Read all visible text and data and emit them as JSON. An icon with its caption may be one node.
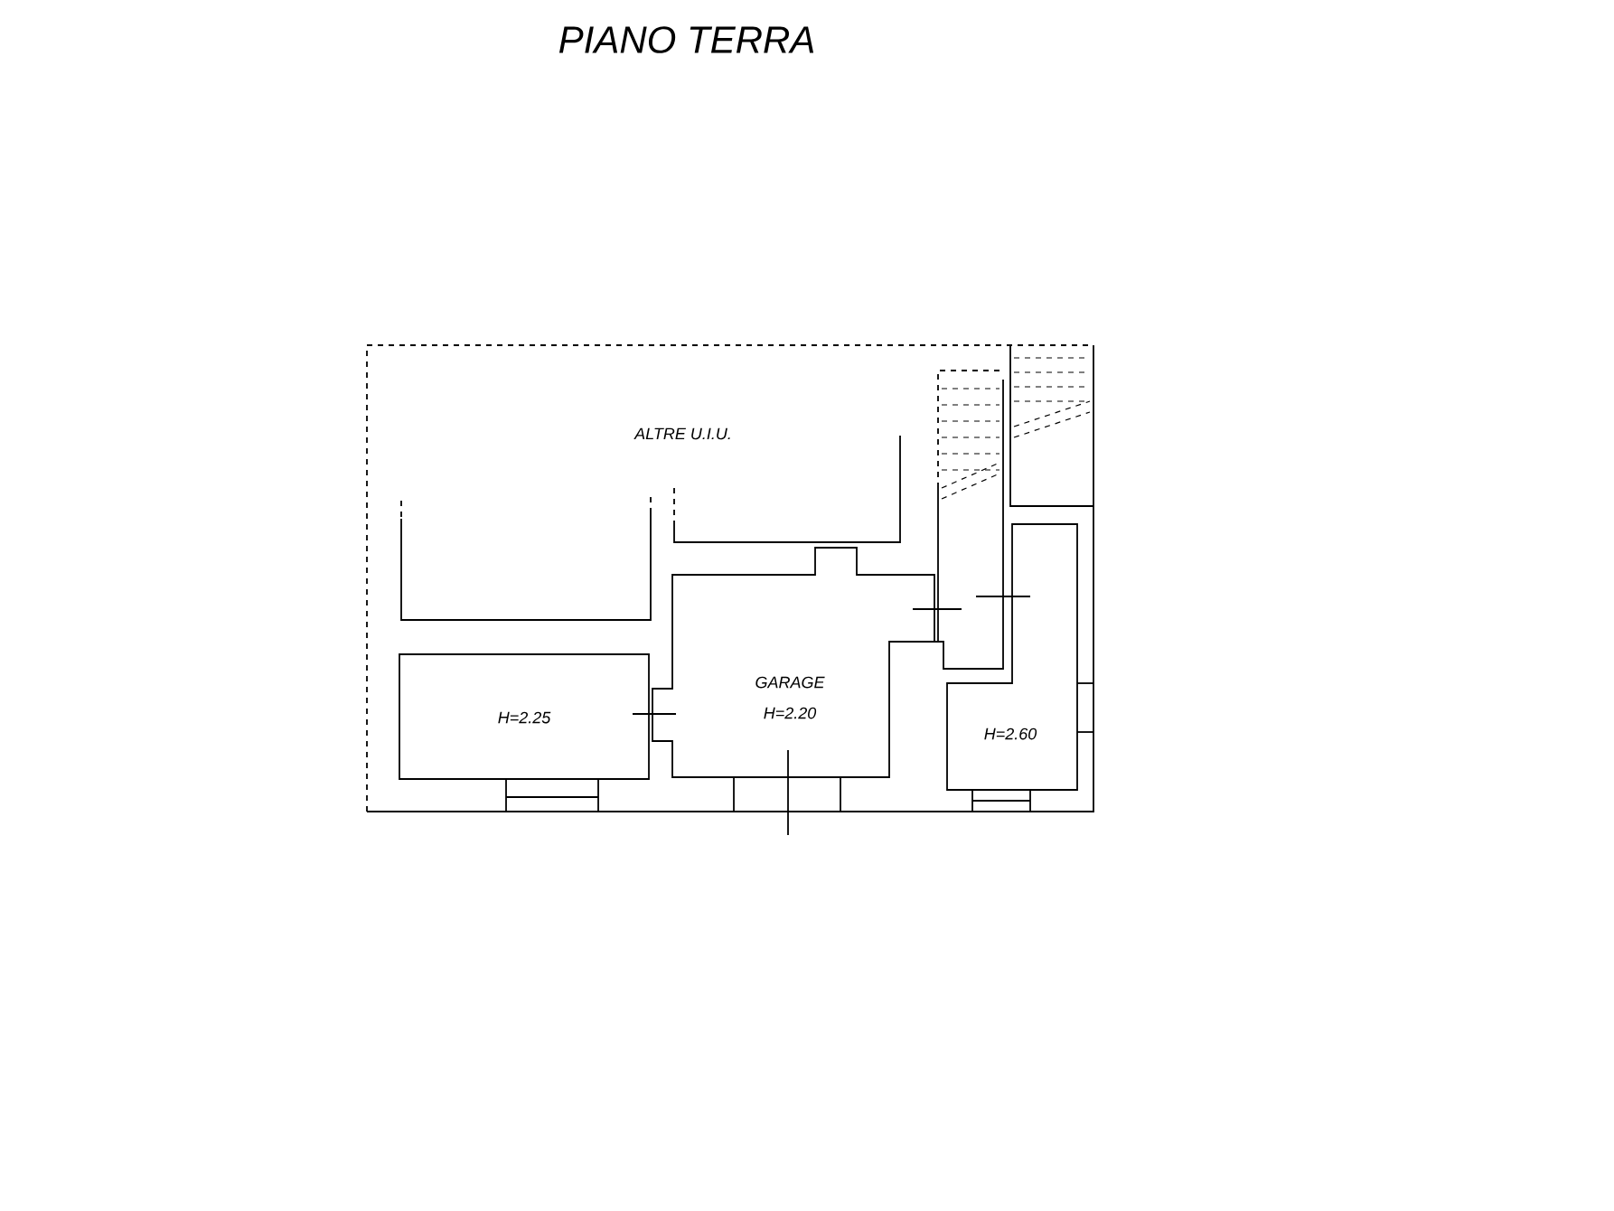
{
  "diagram": {
    "title": "PIANO TERRA",
    "nodes": [
      {
        "text": [
          "H=2.25"
        ]
      },
      {
        "text": [
          "GARAGE",
          "H=2.20"
        ]
      },
      {
        "text": [
          "H=2.60"
        ]
      }
    ],
    "labels": [
      "ALTRE U.I.U."
    ]
  }
}
